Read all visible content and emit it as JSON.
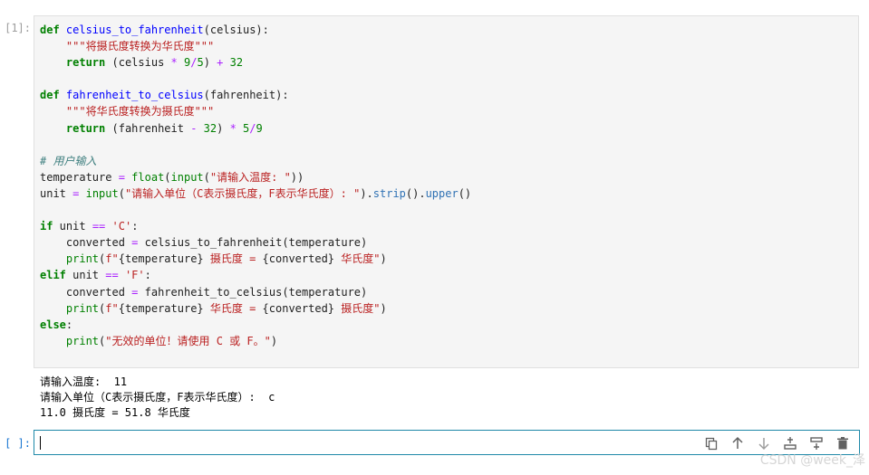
{
  "cells": {
    "first": {
      "prompt": "[1]:",
      "code": [
        [
          [
            "kw",
            "def "
          ],
          [
            "fn",
            "celsius_to_fahrenheit"
          ],
          [
            "txt",
            "(celsius):"
          ]
        ],
        [
          [
            "txt",
            "    "
          ],
          [
            "str",
            "\"\"\"将摄氏度转换为华氏度\"\"\""
          ]
        ],
        [
          [
            "txt",
            "    "
          ],
          [
            "kw",
            "return"
          ],
          [
            "txt",
            " (celsius "
          ],
          [
            "op",
            "*"
          ],
          [
            "txt",
            " "
          ],
          [
            "num",
            "9"
          ],
          [
            "op",
            "/"
          ],
          [
            "num",
            "5"
          ],
          [
            "txt",
            ") "
          ],
          [
            "op",
            "+"
          ],
          [
            "txt",
            " "
          ],
          [
            "num",
            "32"
          ]
        ],
        [],
        [
          [
            "kw",
            "def "
          ],
          [
            "fn",
            "fahrenheit_to_celsius"
          ],
          [
            "txt",
            "(fahrenheit):"
          ]
        ],
        [
          [
            "txt",
            "    "
          ],
          [
            "str",
            "\"\"\"将华氏度转换为摄氏度\"\"\""
          ]
        ],
        [
          [
            "txt",
            "    "
          ],
          [
            "kw",
            "return"
          ],
          [
            "txt",
            " (fahrenheit "
          ],
          [
            "op",
            "-"
          ],
          [
            "txt",
            " "
          ],
          [
            "num",
            "32"
          ],
          [
            "txt",
            ") "
          ],
          [
            "op",
            "*"
          ],
          [
            "txt",
            " "
          ],
          [
            "num",
            "5"
          ],
          [
            "op",
            "/"
          ],
          [
            "num",
            "9"
          ]
        ],
        [],
        [
          [
            "cm",
            "# 用户输入"
          ]
        ],
        [
          [
            "txt",
            "temperature "
          ],
          [
            "op",
            "="
          ],
          [
            "txt",
            " "
          ],
          [
            "bi",
            "float"
          ],
          [
            "txt",
            "("
          ],
          [
            "bi",
            "input"
          ],
          [
            "txt",
            "("
          ],
          [
            "str",
            "\"请输入温度: \""
          ],
          [
            "txt",
            "))"
          ]
        ],
        [
          [
            "txt",
            "unit "
          ],
          [
            "op",
            "="
          ],
          [
            "txt",
            " "
          ],
          [
            "bi",
            "input"
          ],
          [
            "txt",
            "("
          ],
          [
            "str",
            "\"请输入单位（C表示摄氏度，F表示华氏度）: \""
          ],
          [
            "txt",
            ")."
          ],
          [
            "at",
            "strip"
          ],
          [
            "txt",
            "()."
          ],
          [
            "at",
            "upper"
          ],
          [
            "txt",
            "()"
          ]
        ],
        [],
        [
          [
            "kw",
            "if"
          ],
          [
            "txt",
            " unit "
          ],
          [
            "op",
            "=="
          ],
          [
            "txt",
            " "
          ],
          [
            "str",
            "'C'"
          ],
          [
            "txt",
            ":"
          ]
        ],
        [
          [
            "txt",
            "    converted "
          ],
          [
            "op",
            "="
          ],
          [
            "txt",
            " celsius_to_fahrenheit(temperature)"
          ]
        ],
        [
          [
            "txt",
            "    "
          ],
          [
            "bi",
            "print"
          ],
          [
            "txt",
            "("
          ],
          [
            "str",
            "f\""
          ],
          [
            "txt",
            "{temperature}"
          ],
          [
            "str",
            " 摄氏度 = "
          ],
          [
            "txt",
            "{converted}"
          ],
          [
            "str",
            " 华氏度\""
          ],
          [
            "txt",
            ")"
          ]
        ],
        [
          [
            "kw",
            "elif"
          ],
          [
            "txt",
            " unit "
          ],
          [
            "op",
            "=="
          ],
          [
            "txt",
            " "
          ],
          [
            "str",
            "'F'"
          ],
          [
            "txt",
            ":"
          ]
        ],
        [
          [
            "txt",
            "    converted "
          ],
          [
            "op",
            "="
          ],
          [
            "txt",
            " fahrenheit_to_celsius(temperature)"
          ]
        ],
        [
          [
            "txt",
            "    "
          ],
          [
            "bi",
            "print"
          ],
          [
            "txt",
            "("
          ],
          [
            "str",
            "f\""
          ],
          [
            "txt",
            "{temperature}"
          ],
          [
            "str",
            " 华氏度 = "
          ],
          [
            "txt",
            "{converted}"
          ],
          [
            "str",
            " 摄氏度\""
          ],
          [
            "txt",
            ")"
          ]
        ],
        [
          [
            "kw",
            "else"
          ],
          [
            "txt",
            ":"
          ]
        ],
        [
          [
            "txt",
            "    "
          ],
          [
            "bi",
            "print"
          ],
          [
            "txt",
            "("
          ],
          [
            "str",
            "\"无效的单位！请使用 C 或 F。\""
          ],
          [
            "txt",
            ")"
          ]
        ]
      ],
      "output": [
        "请输入温度:  11",
        "请输入单位（C表示摄氏度，F表示华氏度）:  c",
        "11.0 摄氏度 = 51.8 华氏度"
      ]
    },
    "second": {
      "prompt": "[ ]:"
    }
  },
  "toolbar_icons": [
    "duplicate-cell-icon",
    "move-up-icon",
    "move-down-icon",
    "insert-above-icon",
    "insert-below-icon",
    "delete-cell-icon"
  ],
  "watermark": "CSDN @week_泽"
}
